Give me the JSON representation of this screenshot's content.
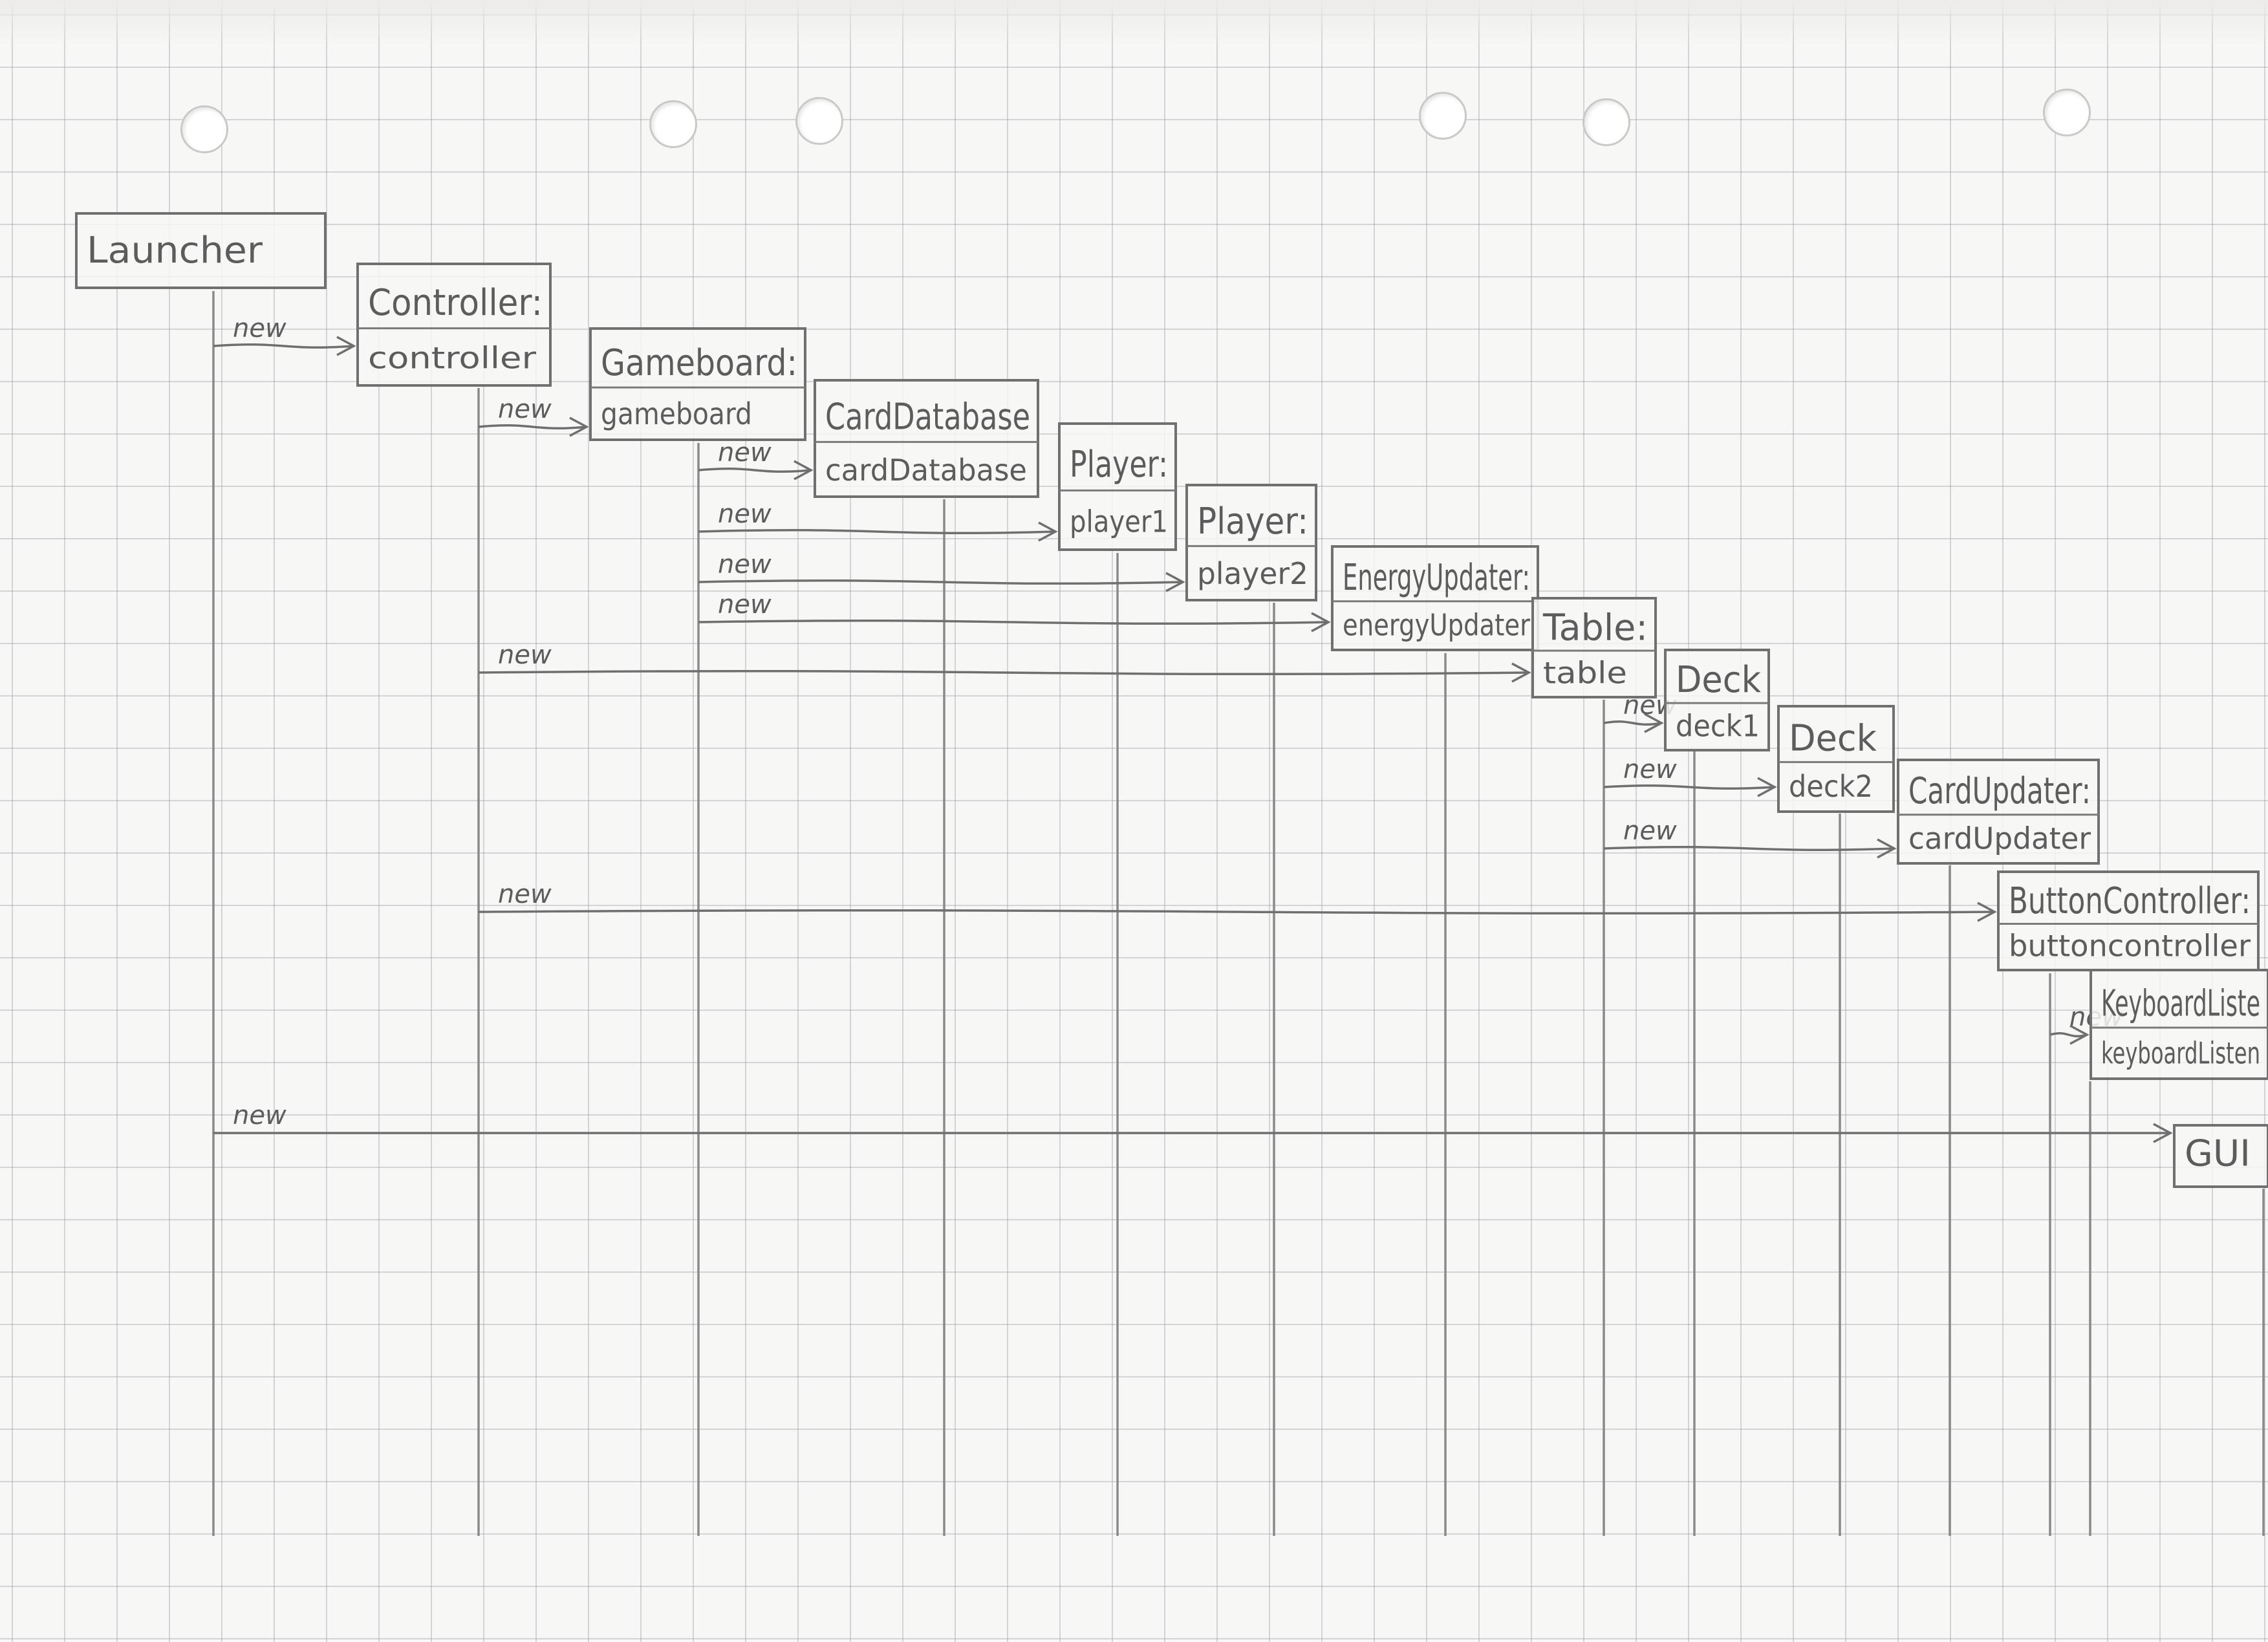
{
  "participants": [
    {
      "id": "launcher",
      "name": "Launcher",
      "instance": ""
    },
    {
      "id": "controller",
      "name": "Controller:",
      "instance": "controller"
    },
    {
      "id": "gameboard",
      "name": "Gameboard:",
      "instance": "gameboard"
    },
    {
      "id": "carddatabase",
      "name": "CardDatabase",
      "instance": "cardDatabase"
    },
    {
      "id": "player1",
      "name": "Player:",
      "instance": "player1"
    },
    {
      "id": "player2",
      "name": "Player:",
      "instance": "player2"
    },
    {
      "id": "energyupdater",
      "name": "EnergyUpdater:",
      "instance": "energyUpdater"
    },
    {
      "id": "table",
      "name": "Table:",
      "instance": "table"
    },
    {
      "id": "deck1",
      "name": "Deck",
      "instance": "deck1"
    },
    {
      "id": "deck2",
      "name": "Deck",
      "instance": "deck2"
    },
    {
      "id": "cardupdater",
      "name": "CardUpdater:",
      "instance": "cardUpdater"
    },
    {
      "id": "buttoncontroller",
      "name": "ButtonController:",
      "instance": "buttoncontroller"
    },
    {
      "id": "keyboardlistener",
      "name": "KeyboardListe",
      "instance": "keyboardListen"
    },
    {
      "id": "gui",
      "name": "GUI",
      "instance": ""
    }
  ],
  "messages": [
    {
      "from": "launcher",
      "to": "controller",
      "label": "new"
    },
    {
      "from": "controller",
      "to": "gameboard",
      "label": "new"
    },
    {
      "from": "gameboard",
      "to": "carddatabase",
      "label": "new"
    },
    {
      "from": "gameboard",
      "to": "player1",
      "label": "new"
    },
    {
      "from": "gameboard",
      "to": "player2",
      "label": "new"
    },
    {
      "from": "gameboard",
      "to": "energyupdater",
      "label": "new"
    },
    {
      "from": "controller",
      "to": "table",
      "label": "new"
    },
    {
      "from": "table",
      "to": "deck1",
      "label": "new"
    },
    {
      "from": "table",
      "to": "deck2",
      "label": "new"
    },
    {
      "from": "table",
      "to": "cardupdater",
      "label": "new"
    },
    {
      "from": "controller",
      "to": "buttoncontroller",
      "label": "new"
    },
    {
      "from": "buttoncontroller",
      "to": "keyboardlistener",
      "label": "new"
    },
    {
      "from": "launcher",
      "to": "gui",
      "label": "new"
    }
  ],
  "colors": {
    "paper": "#f7f7f5",
    "pencil": "#6f6f6f",
    "grid": "#9aa0a8"
  }
}
